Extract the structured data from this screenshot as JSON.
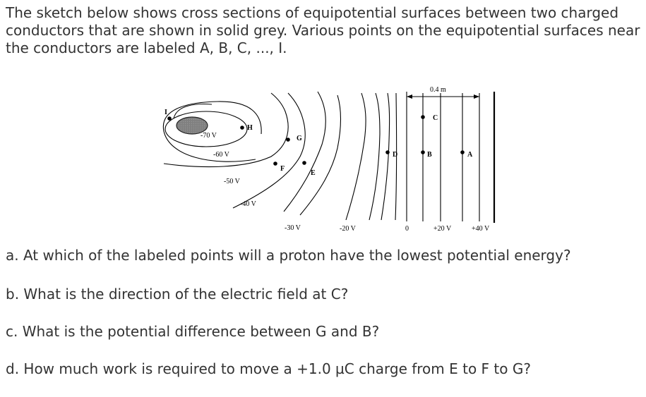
{
  "intro": "The sketch below shows cross sections of equipotential surfaces between two charged conductors that are shown in solid grey. Various points on the equipotential surfaces near the conductors are labeled A, B, C, ..., I.",
  "figure": {
    "dimension_label": "0.4 m",
    "potentials": {
      "v_minus70": "-70 V",
      "v_minus60": "-60 V",
      "v_minus50": "-50 V",
      "v_minus40": "-40 V",
      "v_minus30": "-30 V",
      "v_minus20": "-20 V",
      "v_zero": "0",
      "v_plus20": "+20 V",
      "v_plus40": "+40 V"
    },
    "points": {
      "A": "A",
      "B": "B",
      "C": "C",
      "D": "D",
      "E": "E",
      "F": "F",
      "G": "G",
      "H": "H",
      "I": "I"
    },
    "conductor_color": "#7a7a7a"
  },
  "questions": {
    "a": "a. At which of the labeled points will a proton have the lowest potential energy?",
    "b": "b. What is the direction of the electric field at C?",
    "c": "c. What is the potential difference between G and B?",
    "d": "d. How much work is required to move a +1.0 µC charge from E to F to G?"
  }
}
